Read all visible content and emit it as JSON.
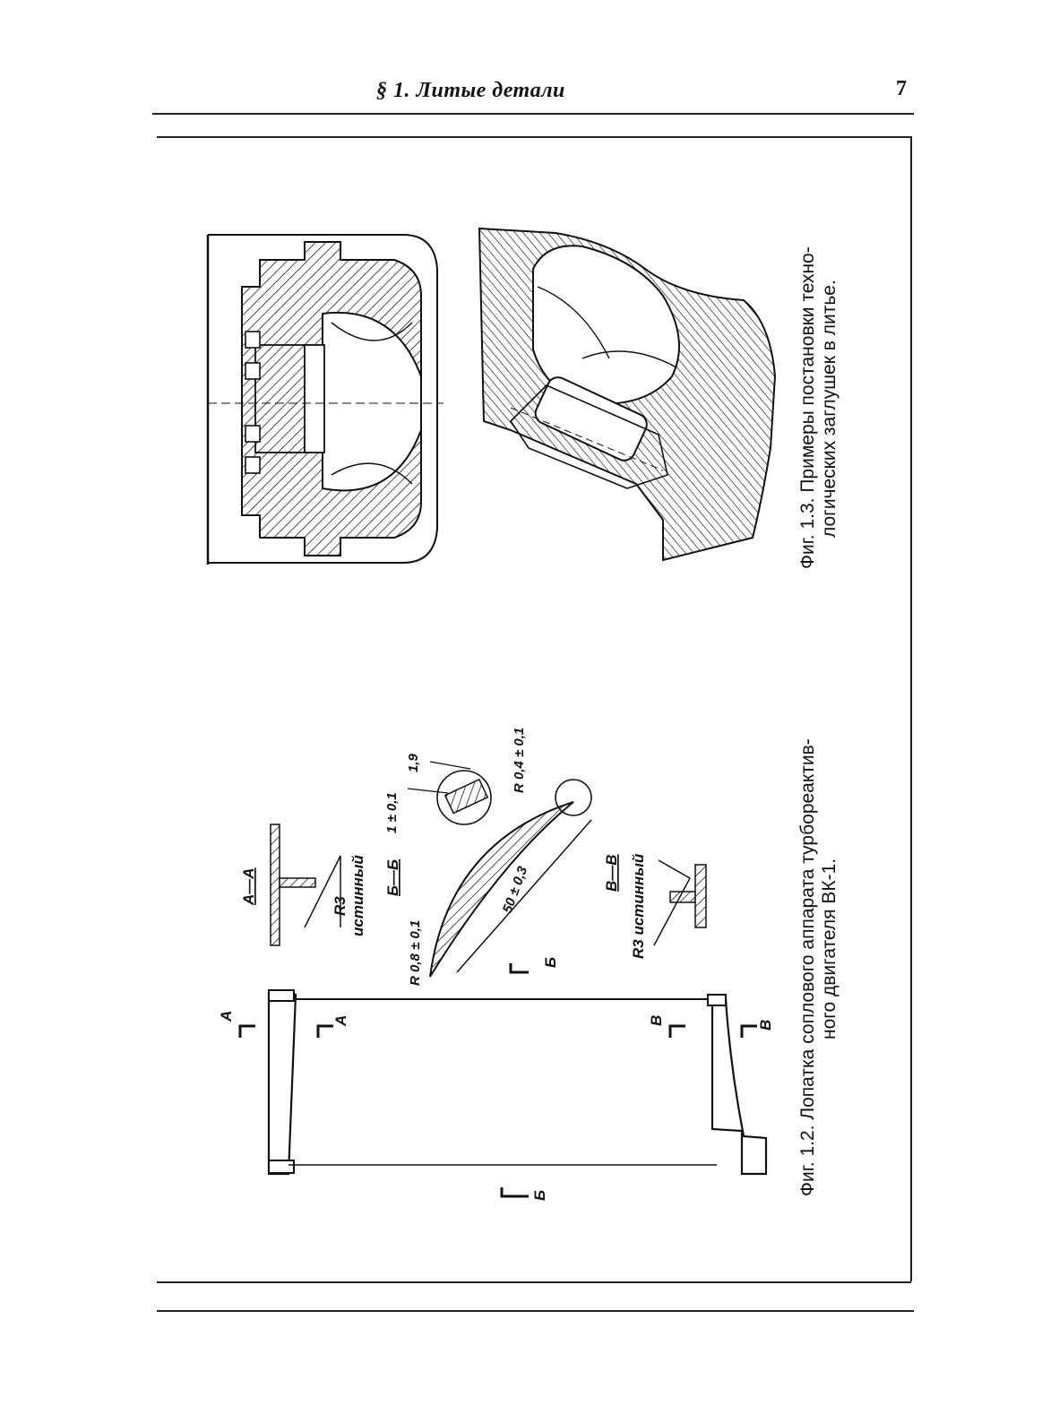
{
  "header": {
    "section_title": "§ 1. Литые детали",
    "page_number": "7"
  },
  "fig_1_2": {
    "caption_line1": "Фиг. 1.2. Лопатка соплового аппарата турбореактив-",
    "caption_line2": "ного двигателя ВК-1.",
    "section_marks": [
      "А",
      "А",
      "Б",
      "Б",
      "В",
      "В"
    ],
    "view_AA": {
      "title": "А—А",
      "note_r": "R3",
      "note_word": "истинный"
    },
    "view_BB": {
      "title": "Б—Б",
      "dim_r_left": "R 0,8 ± 0,1",
      "dim_len": "50 ± 0,3",
      "dim_r_right": "R 0,4 ± 0,1",
      "dim_thk": "1 ± 0,1",
      "dim_19": "1,9"
    },
    "view_VV": {
      "title": "В—В",
      "note": "R3 истинный"
    }
  },
  "fig_1_3": {
    "caption_line1": "Фиг. 1.3. Примеры постановки техно-",
    "caption_line2": "логических заглушек в литье."
  }
}
